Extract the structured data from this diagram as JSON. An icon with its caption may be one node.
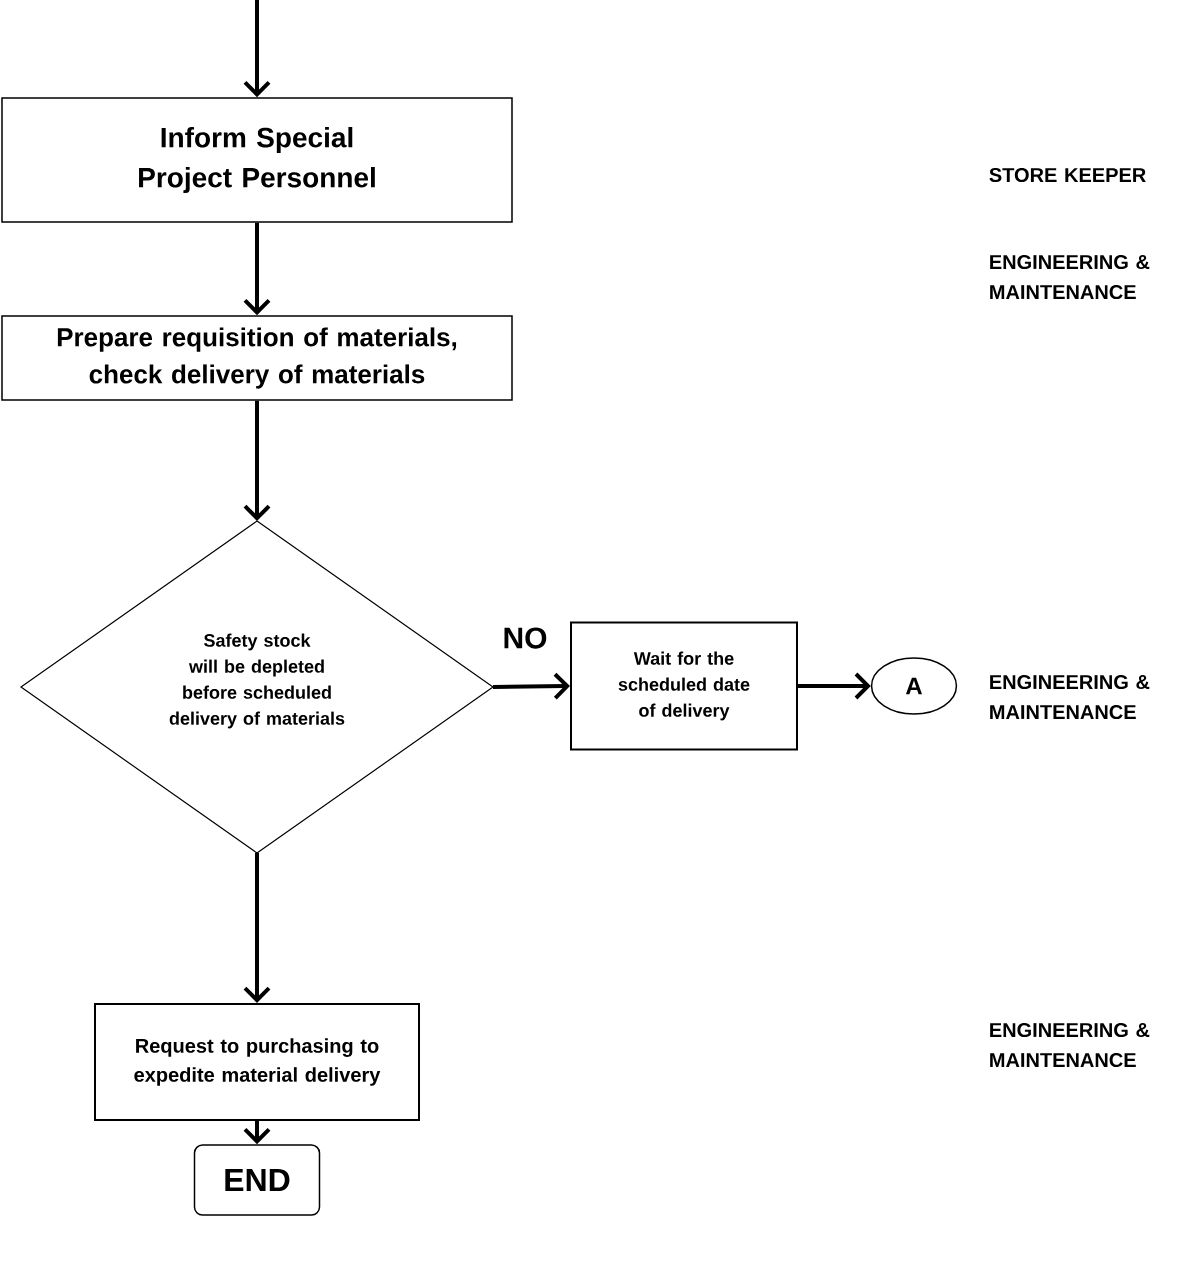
{
  "diagram": {
    "nodes": [
      {
        "text": [
          "Inform Special Project Personnel"
        ]
      },
      {
        "text": [
          "Prepare requisition of materials, check delivery of materials"
        ]
      },
      {
        "text": [
          "Safety stock will be depleted before scheduled delivery of materials"
        ]
      },
      {
        "text": [
          "Wait for the scheduled date of delivery"
        ]
      },
      {
        "text": [
          "A"
        ]
      },
      {
        "text": [
          "Request to purchasing to expedite material delivery"
        ]
      },
      {
        "text": [
          "END"
        ]
      }
    ],
    "edges": [
      {
        "from": null,
        "to": 0,
        "arrow": "to"
      },
      {
        "from": 0,
        "to": 1,
        "arrow": "to"
      },
      {
        "from": 1,
        "to": 2,
        "arrow": "to"
      },
      {
        "from": 2,
        "to": 3,
        "arrow": "to",
        "label": "NO"
      },
      {
        "from": 3,
        "to": 4,
        "arrow": "to"
      },
      {
        "from": 2,
        "to": 5,
        "arrow": "to"
      },
      {
        "from": 5,
        "to": 6,
        "arrow": "to"
      }
    ],
    "labels": [
      "STORE KEEPER",
      "ENGINEERING & MAINTENANCE",
      "ENGINEERING & MAINTENANCE",
      "ENGINEERING & MAINTENANCE"
    ]
  }
}
